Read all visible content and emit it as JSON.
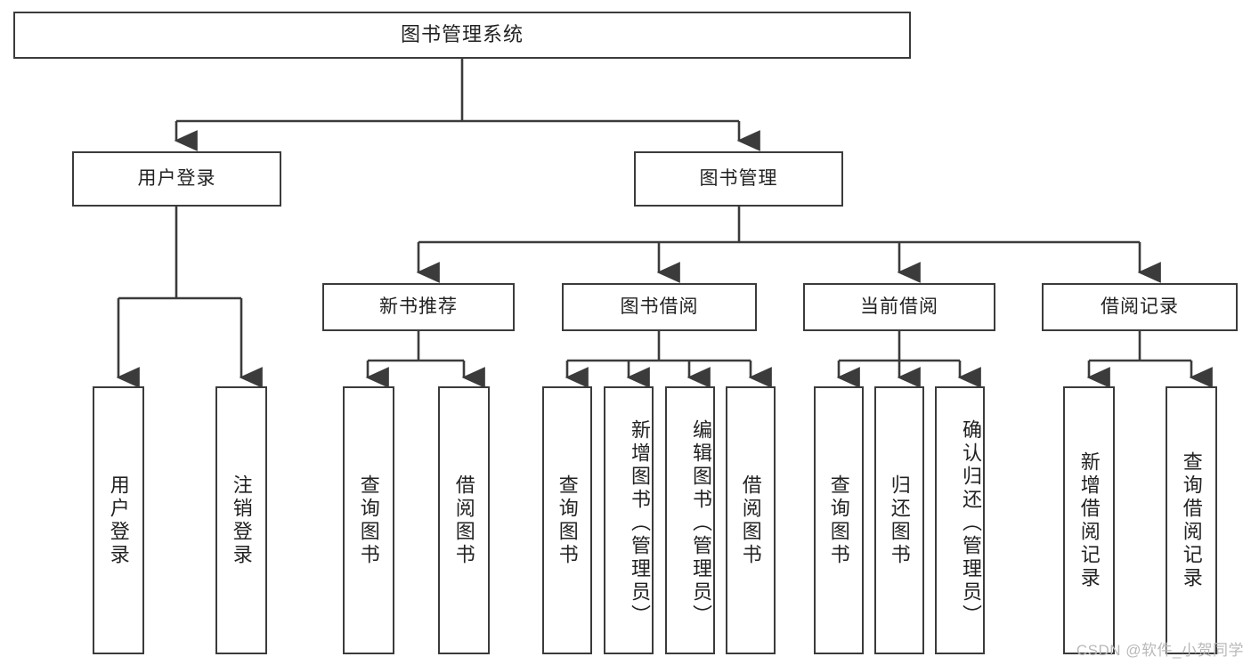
{
  "diagram": {
    "title": "图书管理系统",
    "watermark": "CSDN @软件_小贺同学",
    "line_color": "#3b3b3b",
    "box_fill": "#ffffff",
    "text_color": "#222222",
    "root": {
      "label": "图书管理系统"
    },
    "level2": [
      {
        "label": "用户登录"
      },
      {
        "label": "图书管理"
      }
    ],
    "level3": [
      {
        "label": "新书推荐"
      },
      {
        "label": "图书借阅"
      },
      {
        "label": "当前借阅"
      },
      {
        "label": "借阅记录"
      }
    ],
    "leaves": {
      "user_login": [
        {
          "label": "用户登录"
        },
        {
          "label": "注销登录"
        }
      ],
      "new_book_recommend": [
        {
          "label": "查询图书"
        },
        {
          "label": "借阅图书"
        }
      ],
      "book_borrow": [
        {
          "label": "查询图书"
        },
        {
          "label": "新增图书（管理员）"
        },
        {
          "label": "编辑图书（管理员）"
        },
        {
          "label": "借阅图书"
        }
      ],
      "current_borrow": [
        {
          "label": "查询图书"
        },
        {
          "label": "归还图书"
        },
        {
          "label": "确认归还（管理员）"
        }
      ],
      "borrow_record": [
        {
          "label": "新增借阅记录"
        },
        {
          "label": "查询借阅记录"
        }
      ]
    }
  }
}
